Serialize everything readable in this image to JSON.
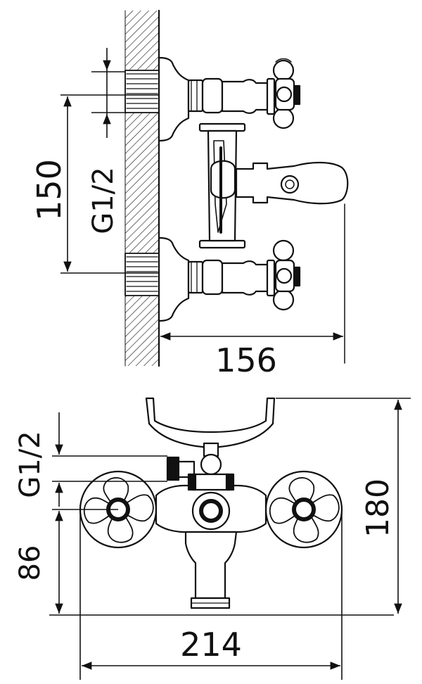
{
  "side_view": {
    "thread_label": "G1/2",
    "height_label": "150",
    "depth_label": "156"
  },
  "front_view": {
    "thread_label": "G1/2",
    "height_label": "86",
    "total_height_label": "180",
    "width_label": "214"
  },
  "colors": {
    "line": "#111111",
    "background": "#ffffff"
  }
}
